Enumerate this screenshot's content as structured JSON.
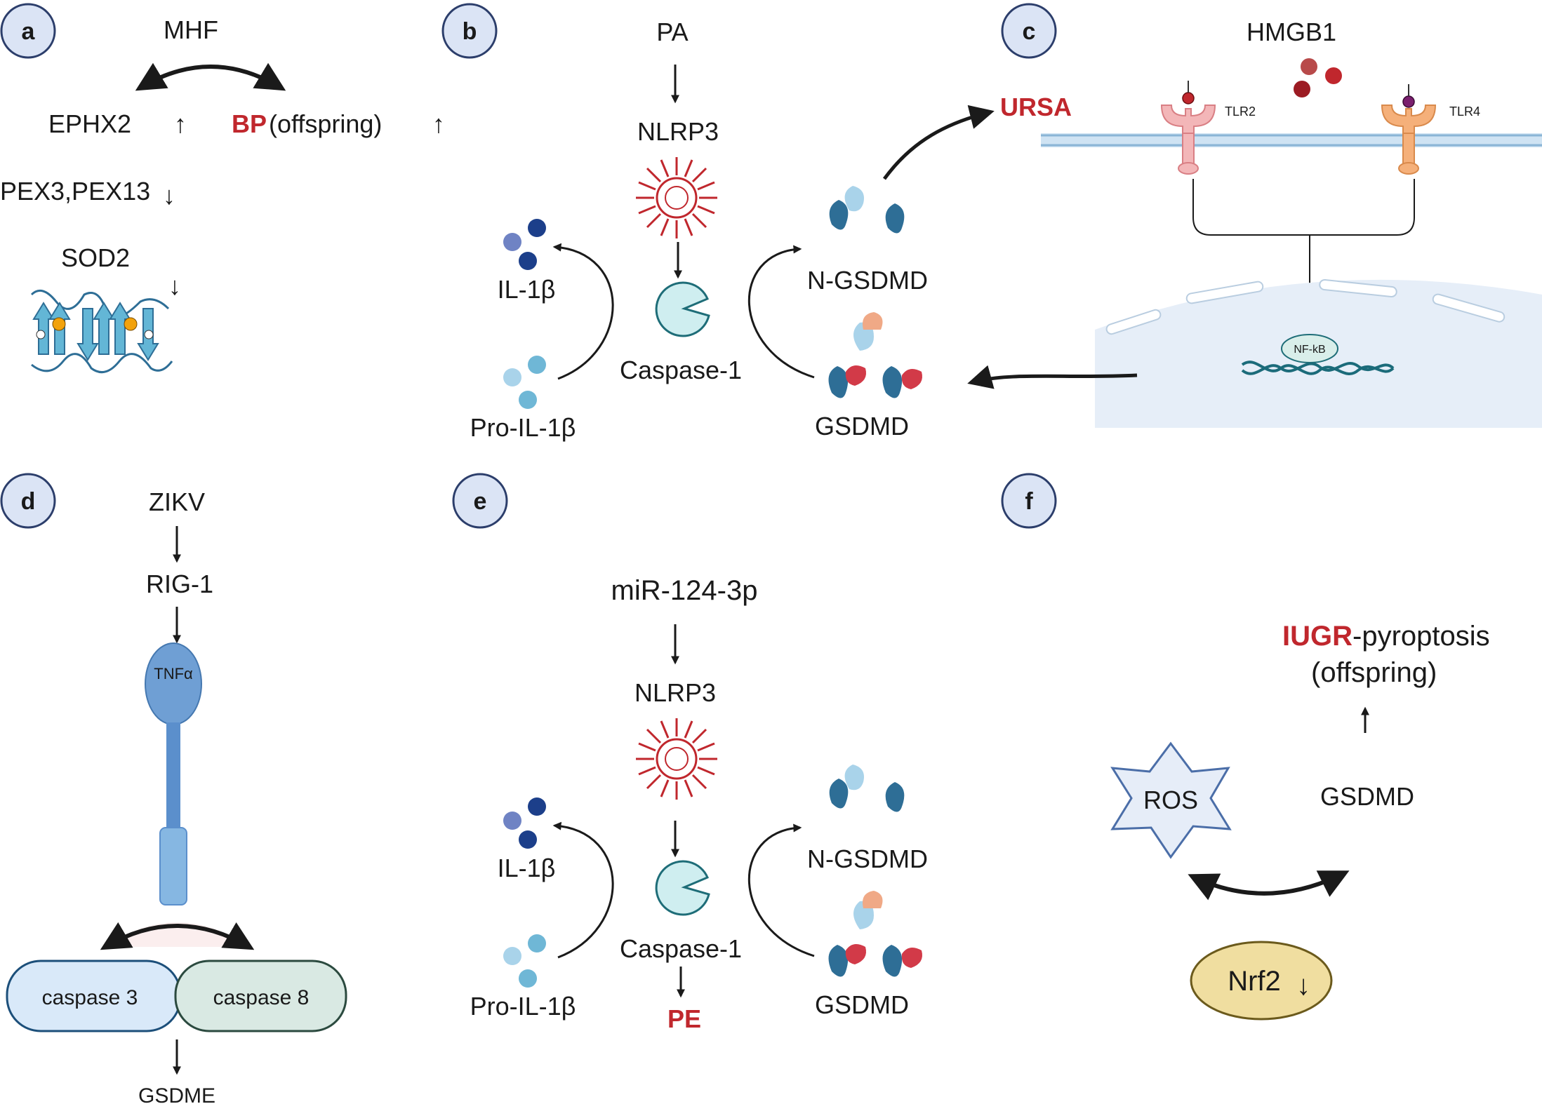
{
  "panels": [
    "a",
    "b",
    "c",
    "d",
    "e",
    "f"
  ],
  "panel_a": {
    "mhf": "MHF",
    "ephx2": "EPHX2",
    "bp": "BP",
    "offspring": "(offspring)",
    "pex": "PEX3,PEX13",
    "sod2": "SOD2",
    "up_arrow": "↑",
    "down_arrow": "↓"
  },
  "panel_b": {
    "pa": "PA",
    "nlrp3": "NLRP3",
    "il1b": "IL-1β",
    "pro_il1b": "Pro-IL-1β",
    "caspase1": "Caspase-1",
    "n_gsdmd": "N-GSDMD",
    "gsdmd": "GSDMD",
    "ursa": "URSA"
  },
  "panel_c": {
    "hmgb1": "HMGB1",
    "tlr2": "TLR2",
    "tlr4": "TLR4",
    "nfkb": "NF-kB"
  },
  "panel_d": {
    "zikv": "ZIKV",
    "rig1": "RIG-1",
    "tnfa": "TNFα",
    "casp3": "caspase 3",
    "casp8": "caspase 8",
    "gsdme": "GSDME"
  },
  "panel_e": {
    "mir": "miR-124-3p",
    "nlrp3": "NLRP3",
    "il1b": "IL-1β",
    "pro_il1b": "Pro-IL-1β",
    "caspase1": "Caspase-1",
    "n_gsdmd": "N-GSDMD",
    "gsdmd": "GSDMD",
    "pe": "PE"
  },
  "panel_f": {
    "iugr": "IUGR",
    "pyroptosis": "-pyroptosis",
    "offspring": "(offspring)",
    "ros": "ROS",
    "gsdmd": "GSDMD",
    "nrf2": "Nrf2",
    "down_arrow": "↓"
  },
  "colors": {
    "accent_red": "#c0272d",
    "panel_circle": "#dbe4f5",
    "protein_dark": "#2e6e96",
    "protein_light": "#a9d3ea",
    "protein_red": "#d23a48",
    "protein_peach": "#f0a986",
    "casp3_fill": "#d9e9f9",
    "casp8_fill": "#d9e9e3",
    "nrf2_fill": "#f0dea0",
    "tnfa_fill": "#6f9fd4",
    "nucleus_fill": "#e6eef8"
  }
}
